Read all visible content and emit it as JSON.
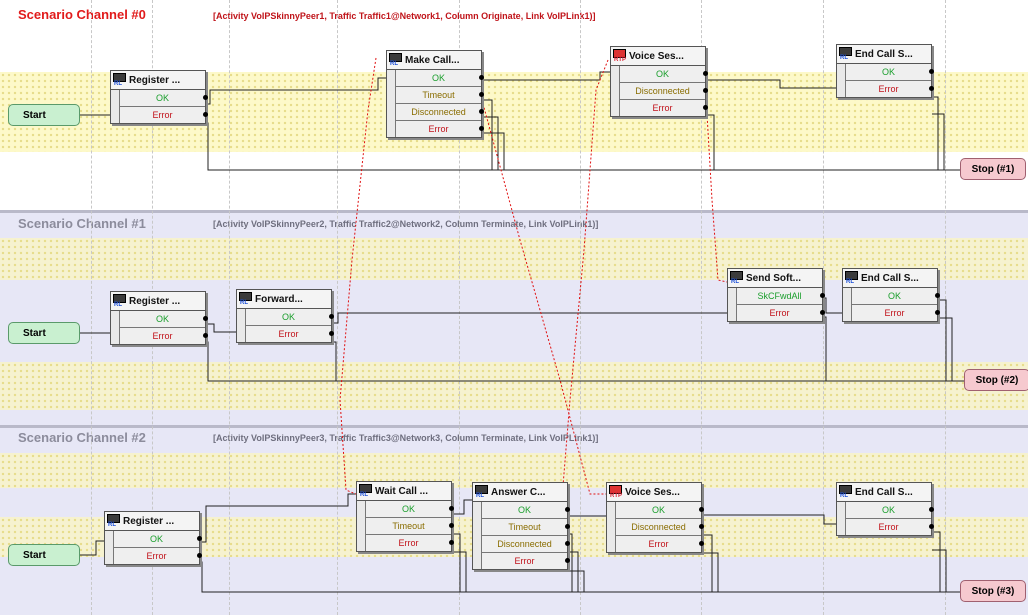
{
  "channels": [
    {
      "title": "Scenario Channel #0",
      "info": "[Activity VoIPSkinnyPeer1, Traffic Traffic1@Network1, Column Originate, Link VoIPLink1)]",
      "start": "Start",
      "stop": "Stop (#1)",
      "nodes": [
        {
          "title": "Register ...",
          "icon": "skinny-terminal-icon",
          "outputs": [
            "OK",
            "Error"
          ]
        },
        {
          "title": "Make Call...",
          "icon": "skinny-terminal-icon",
          "outputs": [
            "OK",
            "Timeout",
            "Disconnected",
            "Error"
          ]
        },
        {
          "title": "Voice Ses...",
          "icon": "rtp-icon",
          "outputs": [
            "OK",
            "Disconnected",
            "Error"
          ]
        },
        {
          "title": "End Call S...",
          "icon": "skinny-terminal-icon",
          "outputs": [
            "OK",
            "Error"
          ]
        }
      ]
    },
    {
      "title": "Scenario Channel #1",
      "info": "[Activity VoIPSkinnyPeer2, Traffic Traffic2@Network2, Column Terminate, Link VoIPLink1)]",
      "start": "Start",
      "stop": "Stop (#2)",
      "nodes": [
        {
          "title": "Register ...",
          "icon": "skinny-terminal-icon",
          "outputs": [
            "OK",
            "Error"
          ]
        },
        {
          "title": "Forward...",
          "icon": "skinny-terminal-icon",
          "outputs": [
            "OK",
            "Error"
          ]
        },
        {
          "title": "Send Soft...",
          "icon": "skinny-terminal-icon",
          "outputs": [
            "SkCFwdAll",
            "Error"
          ]
        },
        {
          "title": "End Call S...",
          "icon": "skinny-terminal-icon",
          "outputs": [
            "OK",
            "Error"
          ]
        }
      ]
    },
    {
      "title": "Scenario Channel #2",
      "info": "[Activity VoIPSkinnyPeer3, Traffic Traffic3@Network3, Column Terminate, Link VoIPLink1)]",
      "start": "Start",
      "stop": "Stop (#3)",
      "nodes": [
        {
          "title": "Register ...",
          "icon": "skinny-terminal-icon",
          "outputs": [
            "OK",
            "Error"
          ]
        },
        {
          "title": "Wait Call ...",
          "icon": "skinny-terminal-icon",
          "outputs": [
            "OK",
            "Timeout",
            "Error"
          ]
        },
        {
          "title": "Answer C...",
          "icon": "skinny-terminal-icon",
          "outputs": [
            "OK",
            "Timeout",
            "Disconnected",
            "Error"
          ]
        },
        {
          "title": "Voice Ses...",
          "icon": "rtp-icon",
          "outputs": [
            "OK",
            "Disconnected",
            "Error"
          ]
        },
        {
          "title": "End Call S...",
          "icon": "skinny-terminal-icon",
          "outputs": [
            "OK",
            "Error"
          ]
        }
      ]
    }
  ],
  "icon_tags": {
    "skinny": "RL",
    "rtp": "RTP"
  },
  "colors": {
    "ok": "#1a9e2c",
    "error": "#c1121a",
    "channel0_title": "#e11b1b",
    "start_fill": "#c9f0d0",
    "stop_fill": "#f6c9cf",
    "sync_line": "#e01010"
  }
}
